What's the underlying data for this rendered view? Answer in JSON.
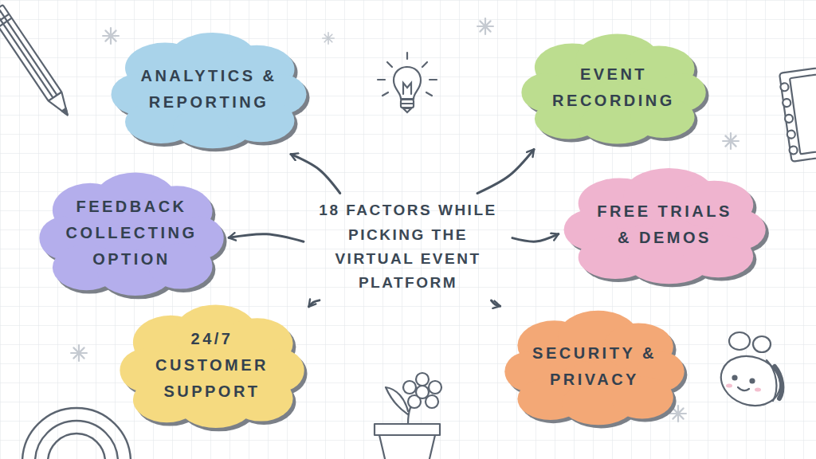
{
  "diagram": {
    "nodes": [
      {
        "text": [
          "ANALYTICS & REPORTING"
        ]
      },
      {
        "text": [
          "EVENT RECORDING"
        ]
      },
      {
        "text": [
          "FEEDBACK COLLECTING OPTION"
        ]
      },
      {
        "text": [
          "18 FACTORS WHILE PICKING THE VIRTUAL EVENT PLATFORM"
        ]
      },
      {
        "text": [
          "FREE TRIALS & DEMOS"
        ]
      },
      {
        "text": [
          "24/7 CUSTOMER SUPPORT"
        ]
      },
      {
        "text": [
          "SECURITY & PRIVACY"
        ]
      }
    ],
    "edges": [
      {
        "from": 3,
        "to": 0,
        "arrow": "to"
      },
      {
        "from": 3,
        "to": 1,
        "arrow": "to"
      },
      {
        "from": 3,
        "to": 2,
        "arrow": "to"
      },
      {
        "from": 3,
        "to": 4,
        "arrow": "to"
      },
      {
        "from": 3,
        "to": 5,
        "arrow": "to"
      },
      {
        "from": 3,
        "to": 6,
        "arrow": "to"
      }
    ]
  }
}
